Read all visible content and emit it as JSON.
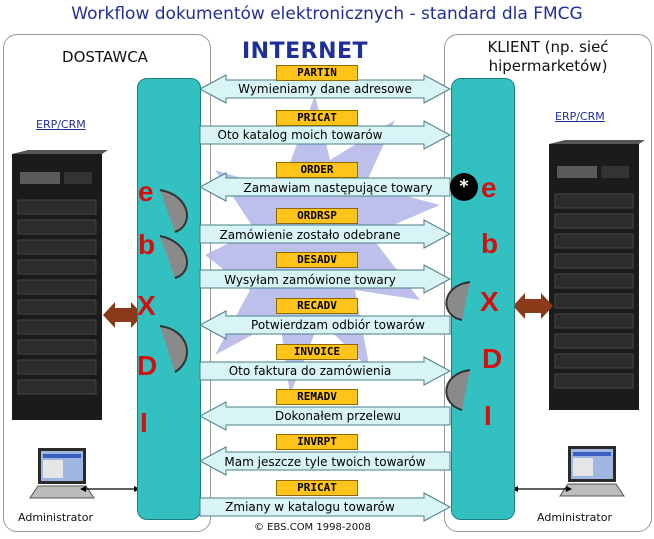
{
  "title": "Workflow dokumentów elektronicznych - standard dla FMCG",
  "internet_label": "INTERNET",
  "supplier": {
    "title": "DOSTAWCA",
    "erp_label": "ERP/CRM",
    "admin_label": "Administrator"
  },
  "client": {
    "title_line1": "KLIENT (np. sieć",
    "title_line2": "hipermarketów)",
    "erp_label": "ERP/CRM",
    "admin_label": "Administrator"
  },
  "edi_letters": [
    "e",
    "b",
    "X",
    "D",
    "I"
  ],
  "star_symbol": "*",
  "copyright": "© EBS.COM 1998-2008",
  "messages": [
    {
      "code": "PARTIN",
      "text": "Wymieniamy dane adresowe",
      "direction": "both"
    },
    {
      "code": "PRICAT",
      "text": "Oto katalog moich towarów",
      "direction": "right"
    },
    {
      "code": "ORDER",
      "text": "Zamawiam następujące towary",
      "direction": "left"
    },
    {
      "code": "ORDRSP",
      "text": "Zamówienie zostało odebrane",
      "direction": "right"
    },
    {
      "code": "DESADV",
      "text": "Wysyłam zamówione towary",
      "direction": "right"
    },
    {
      "code": "RECADV",
      "text": "Potwierdzam odbiór towarów",
      "direction": "left"
    },
    {
      "code": "INVOICE",
      "text": "Oto faktura do zamówienia",
      "direction": "right"
    },
    {
      "code": "REMADV",
      "text": "Dokonałem przelewu",
      "direction": "left"
    },
    {
      "code": "INVRPT",
      "text": "Mam jeszcze tyle twoich towarów",
      "direction": "left"
    },
    {
      "code": "PRICAT",
      "text": "Zmiany w katalogu towarów",
      "direction": "right"
    }
  ],
  "colors": {
    "title": "#1f2f9a",
    "edi_column": "#33c0c0",
    "edi_letter": "#d21010",
    "message_tag": "#ffc41a",
    "arrow_fill": "#d8f4f6",
    "sync_arrow": "#8b3a1a",
    "star_burst": "#b7b9ea"
  }
}
